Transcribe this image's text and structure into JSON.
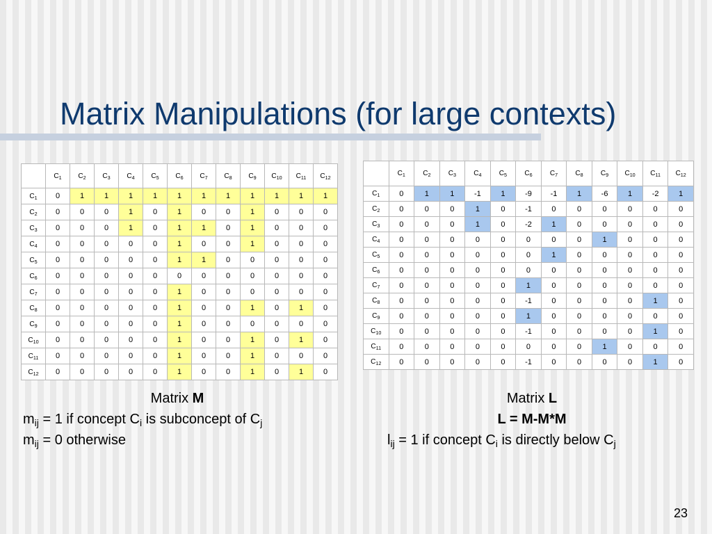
{
  "slide": {
    "title": "Matrix Manipulations (for large contexts)",
    "page_number": "23"
  },
  "colors": {
    "title": "#0f3a6e",
    "highlight_m": "#ffff99",
    "highlight_l": "#a9c8ee"
  },
  "concepts": [
    "C1",
    "C2",
    "C3",
    "C4",
    "C5",
    "C6",
    "C7",
    "C8",
    "C9",
    "C10",
    "C11",
    "C12"
  ],
  "concept_base": "C",
  "concept_subs": [
    "1",
    "2",
    "3",
    "4",
    "5",
    "6",
    "7",
    "8",
    "9",
    "10",
    "11",
    "12"
  ],
  "matrix_m": {
    "rows": [
      [
        0,
        1,
        1,
        1,
        1,
        1,
        1,
        1,
        1,
        1,
        1,
        1
      ],
      [
        0,
        0,
        0,
        1,
        0,
        1,
        0,
        0,
        1,
        0,
        0,
        0
      ],
      [
        0,
        0,
        0,
        1,
        0,
        1,
        1,
        0,
        1,
        0,
        0,
        0
      ],
      [
        0,
        0,
        0,
        0,
        0,
        1,
        0,
        0,
        1,
        0,
        0,
        0
      ],
      [
        0,
        0,
        0,
        0,
        0,
        1,
        1,
        0,
        0,
        0,
        0,
        0
      ],
      [
        0,
        0,
        0,
        0,
        0,
        0,
        0,
        0,
        0,
        0,
        0,
        0
      ],
      [
        0,
        0,
        0,
        0,
        0,
        1,
        0,
        0,
        0,
        0,
        0,
        0
      ],
      [
        0,
        0,
        0,
        0,
        0,
        1,
        0,
        0,
        1,
        0,
        1,
        0
      ],
      [
        0,
        0,
        0,
        0,
        0,
        1,
        0,
        0,
        0,
        0,
        0,
        0
      ],
      [
        0,
        0,
        0,
        0,
        0,
        1,
        0,
        0,
        1,
        0,
        1,
        0
      ],
      [
        0,
        0,
        0,
        0,
        0,
        1,
        0,
        0,
        1,
        0,
        0,
        0
      ],
      [
        0,
        0,
        0,
        0,
        0,
        1,
        0,
        0,
        1,
        0,
        1,
        0
      ]
    ],
    "highlight": [
      [
        1,
        2
      ],
      [
        1,
        3
      ],
      [
        1,
        4
      ],
      [
        1,
        5
      ],
      [
        1,
        6
      ],
      [
        1,
        7
      ],
      [
        1,
        8
      ],
      [
        1,
        9
      ],
      [
        1,
        10
      ],
      [
        1,
        11
      ],
      [
        1,
        12
      ],
      [
        2,
        4
      ],
      [
        2,
        6
      ],
      [
        2,
        9
      ],
      [
        3,
        4
      ],
      [
        3,
        6
      ],
      [
        3,
        7
      ],
      [
        3,
        9
      ],
      [
        4,
        6
      ],
      [
        4,
        9
      ],
      [
        5,
        6
      ],
      [
        5,
        7
      ],
      [
        7,
        6
      ],
      [
        8,
        6
      ],
      [
        8,
        9
      ],
      [
        8,
        11
      ],
      [
        9,
        6
      ],
      [
        10,
        6
      ],
      [
        10,
        9
      ],
      [
        10,
        11
      ],
      [
        11,
        6
      ],
      [
        11,
        9
      ],
      [
        12,
        6
      ],
      [
        12,
        9
      ],
      [
        12,
        11
      ]
    ]
  },
  "matrix_l": {
    "rows": [
      [
        0,
        1,
        1,
        -1,
        1,
        -9,
        -1,
        1,
        -6,
        1,
        -2,
        1
      ],
      [
        0,
        0,
        0,
        1,
        0,
        -1,
        0,
        0,
        0,
        0,
        0,
        0
      ],
      [
        0,
        0,
        0,
        1,
        0,
        -2,
        1,
        0,
        0,
        0,
        0,
        0
      ],
      [
        0,
        0,
        0,
        0,
        0,
        0,
        0,
        0,
        1,
        0,
        0,
        0
      ],
      [
        0,
        0,
        0,
        0,
        0,
        0,
        1,
        0,
        0,
        0,
        0,
        0
      ],
      [
        0,
        0,
        0,
        0,
        0,
        0,
        0,
        0,
        0,
        0,
        0,
        0
      ],
      [
        0,
        0,
        0,
        0,
        0,
        1,
        0,
        0,
        0,
        0,
        0,
        0
      ],
      [
        0,
        0,
        0,
        0,
        0,
        -1,
        0,
        0,
        0,
        0,
        1,
        0
      ],
      [
        0,
        0,
        0,
        0,
        0,
        1,
        0,
        0,
        0,
        0,
        0,
        0
      ],
      [
        0,
        0,
        0,
        0,
        0,
        -1,
        0,
        0,
        0,
        0,
        1,
        0
      ],
      [
        0,
        0,
        0,
        0,
        0,
        0,
        0,
        0,
        1,
        0,
        0,
        0
      ],
      [
        0,
        0,
        0,
        0,
        0,
        -1,
        0,
        0,
        0,
        0,
        1,
        0
      ]
    ],
    "highlight": [
      [
        1,
        2
      ],
      [
        1,
        3
      ],
      [
        1,
        5
      ],
      [
        1,
        8
      ],
      [
        1,
        10
      ],
      [
        1,
        12
      ],
      [
        2,
        4
      ],
      [
        3,
        4
      ],
      [
        3,
        7
      ],
      [
        4,
        9
      ],
      [
        5,
        7
      ],
      [
        7,
        6
      ],
      [
        8,
        11
      ],
      [
        9,
        6
      ],
      [
        10,
        11
      ],
      [
        11,
        9
      ],
      [
        12,
        11
      ]
    ]
  },
  "caption_m": {
    "prefix": "Matrix ",
    "name": "M",
    "line1": {
      "a": "m",
      "a_sub": "ij",
      "b": " = 1 if concept C",
      "b_sub": "i",
      "c": " is subconcept of C",
      "c_sub": "j"
    },
    "line2": {
      "a": "m",
      "a_sub": "ij",
      "b": " = 0 otherwise"
    }
  },
  "caption_l": {
    "prefix": "Matrix ",
    "name": "L",
    "formula": "L = M-M*M",
    "line": {
      "a": "l",
      "a_sub": "ij",
      "b": " = 1 if concept C",
      "b_sub": "i",
      "c": " is directly below C",
      "c_sub": "j"
    }
  }
}
